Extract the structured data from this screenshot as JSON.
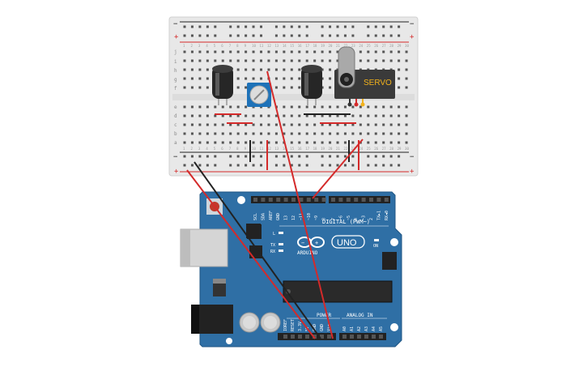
{
  "breadboard": {
    "row_letters_top": [
      "j",
      "i",
      "h",
      "g",
      "f"
    ],
    "row_letters_bottom": [
      "e",
      "d",
      "c",
      "b",
      "a"
    ],
    "rail_plus": "+",
    "rail_minus": "−",
    "column_count": 30
  },
  "servo": {
    "label": "SERVO"
  },
  "arduino": {
    "digital_label": "DIGITAL (PWM~)",
    "power_label": "POWER",
    "analog_label": "ANALOG IN",
    "brand": "ARDUINO",
    "model": "UNO",
    "on_label": "ON",
    "l_label": "L",
    "tx_label": "TX",
    "rx_label": "RX",
    "digital_pins": [
      "SCL",
      "SDA",
      "AREF",
      "GND",
      "13",
      "12",
      "~11",
      "~10",
      "~9",
      "8",
      "7",
      "~6",
      "~5",
      "4",
      "~3",
      "2",
      "TX►1",
      "RX◄0"
    ],
    "power_pins": [
      "IOREF",
      "RESET",
      "3.3V",
      "5V",
      "GND",
      "GND",
      "Vin"
    ],
    "analog_pins": [
      "A0",
      "A1",
      "A2",
      "A3",
      "A4",
      "A5"
    ]
  },
  "colors": {
    "board": "#2f6fa5",
    "breadboard": "#e8e8e8",
    "wire_red": "#d42a2a",
    "wire_black": "#222222",
    "servo_body": "#3a3a3a",
    "servo_text": "#f2b21c",
    "pot_body": "#1e72b8"
  }
}
